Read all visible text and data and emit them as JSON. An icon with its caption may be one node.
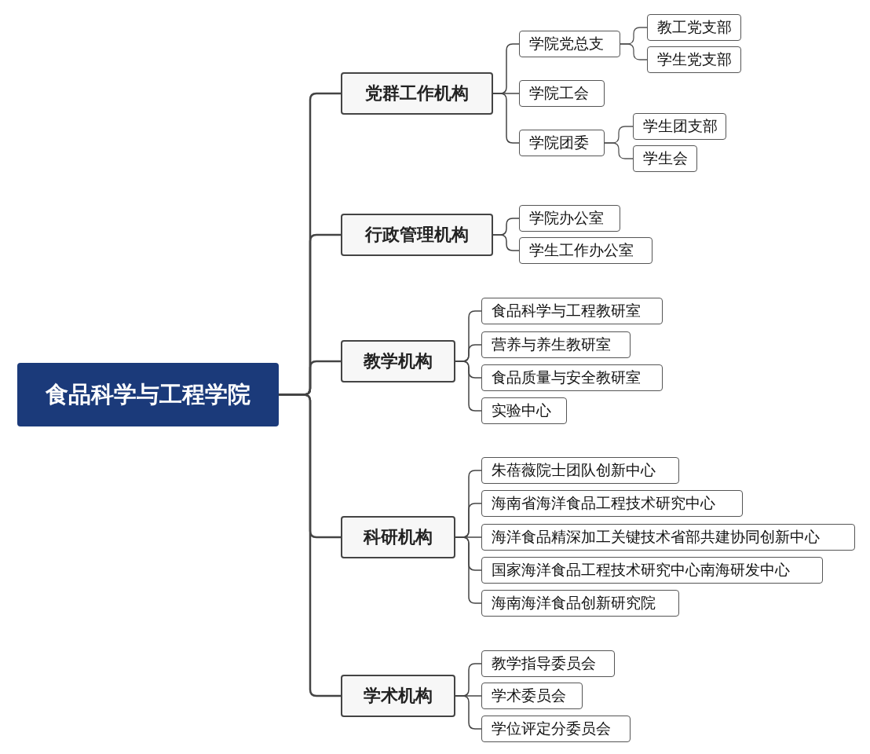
{
  "diagram": {
    "nodes": [
      {
        "text": [
          "食品科学与工程学院"
        ]
      },
      {
        "text": [
          "党群工作机构"
        ]
      },
      {
        "text": [
          "学院党总支"
        ]
      },
      {
        "text": [
          "教工党支部"
        ]
      },
      {
        "text": [
          "学生党支部"
        ]
      },
      {
        "text": [
          "学院工会"
        ]
      },
      {
        "text": [
          "学院团委"
        ]
      },
      {
        "text": [
          "学生团支部"
        ]
      },
      {
        "text": [
          "学生会"
        ]
      },
      {
        "text": [
          "行政管理机构"
        ]
      },
      {
        "text": [
          "学院办公室"
        ]
      },
      {
        "text": [
          "学生工作办公室"
        ]
      },
      {
        "text": [
          "教学机构"
        ]
      },
      {
        "text": [
          "食品科学与工程教研室"
        ]
      },
      {
        "text": [
          "营养与养生教研室"
        ]
      },
      {
        "text": [
          "食品质量与安全教研室"
        ]
      },
      {
        "text": [
          "实验中心"
        ]
      },
      {
        "text": [
          "科研机构"
        ]
      },
      {
        "text": [
          "朱蓓薇院士团队创新中心"
        ]
      },
      {
        "text": [
          "海南省海洋食品工程技术研究中心"
        ]
      },
      {
        "text": [
          "海洋食品精深加工关键技术省部共建协同创新中心"
        ]
      },
      {
        "text": [
          "国家海洋食品工程技术研究中心南海研发中心"
        ]
      },
      {
        "text": [
          "海南海洋食品创新研究院"
        ]
      },
      {
        "text": [
          "学术机构"
        ]
      },
      {
        "text": [
          "教学指导委员会"
        ]
      },
      {
        "text": [
          "学术委员会"
        ]
      },
      {
        "text": [
          "学位评定分委员会"
        ]
      }
    ],
    "edges": [
      {
        "from": 0,
        "to": 1,
        "arrow": "none"
      },
      {
        "from": 0,
        "to": 9,
        "arrow": "none"
      },
      {
        "from": 0,
        "to": 12,
        "arrow": "none"
      },
      {
        "from": 0,
        "to": 17,
        "arrow": "none"
      },
      {
        "from": 0,
        "to": 23,
        "arrow": "none"
      },
      {
        "from": 1,
        "to": 2,
        "arrow": "none"
      },
      {
        "from": 1,
        "to": 5,
        "arrow": "none"
      },
      {
        "from": 1,
        "to": 6,
        "arrow": "none"
      },
      {
        "from": 2,
        "to": 3,
        "arrow": "none"
      },
      {
        "from": 2,
        "to": 4,
        "arrow": "none"
      },
      {
        "from": 6,
        "to": 7,
        "arrow": "none"
      },
      {
        "from": 6,
        "to": 8,
        "arrow": "none"
      },
      {
        "from": 9,
        "to": 10,
        "arrow": "none"
      },
      {
        "from": 9,
        "to": 11,
        "arrow": "none"
      },
      {
        "from": 12,
        "to": 13,
        "arrow": "none"
      },
      {
        "from": 12,
        "to": 14,
        "arrow": "none"
      },
      {
        "from": 12,
        "to": 15,
        "arrow": "none"
      },
      {
        "from": 12,
        "to": 16,
        "arrow": "none"
      },
      {
        "from": 17,
        "to": 18,
        "arrow": "none"
      },
      {
        "from": 17,
        "to": 19,
        "arrow": "none"
      },
      {
        "from": 17,
        "to": 20,
        "arrow": "none"
      },
      {
        "from": 17,
        "to": 21,
        "arrow": "none"
      },
      {
        "from": 17,
        "to": 22,
        "arrow": "none"
      },
      {
        "from": 23,
        "to": 24,
        "arrow": "none"
      },
      {
        "from": 23,
        "to": 25,
        "arrow": "none"
      },
      {
        "from": 23,
        "to": 26,
        "arrow": "none"
      }
    ]
  }
}
